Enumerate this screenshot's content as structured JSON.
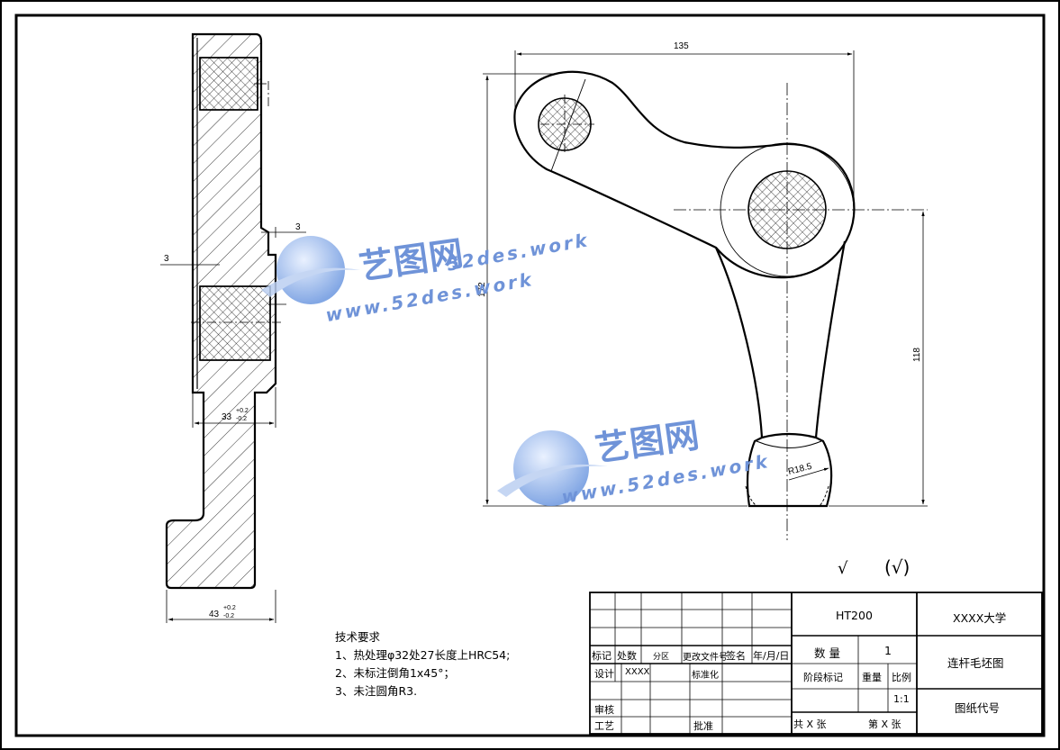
{
  "drawing": {
    "dimensions": {
      "width_135": "135",
      "height_172": "172",
      "height_118": "118",
      "thick_3_left": "3",
      "thick_3_right": "3",
      "width_33": "33",
      "width_43": "43",
      "radius": "R18.5"
    },
    "tolerances": {
      "width_33_upper": "+0.2",
      "width_33_lower": "-0.2",
      "width_43_upper": "+0.2",
      "width_43_lower": "-0.2"
    },
    "roughness": {
      "symbol": "√",
      "other_paren": "(√)"
    }
  },
  "technical_requirements": {
    "title": "技术要求",
    "items": [
      "1、热处理φ32处27长度上HRC54;",
      "2、未标注倒角1x45°；",
      "3、未注圆角R3."
    ]
  },
  "title_block": {
    "material": "HT200",
    "school": "XXXX大学",
    "part_name": "连杆毛坯图",
    "drawing_code": "图纸代号",
    "quantity_label": "数 量",
    "quantity_value": "1",
    "stage_mark": "阶段标记",
    "weight": "重量",
    "scale_label": "比例",
    "scale_value": "1:1",
    "total_sheets": "共  X  张",
    "sheet_no": "第  X  张",
    "revision_headers": {
      "mark": "标记",
      "count": "处数",
      "zone": "分区",
      "doc": "更改文件号",
      "sign": "签名",
      "date": "年/月/日"
    },
    "design_label": "设计",
    "design_value": "XXXX",
    "standardize": "标准化",
    "review": "审核",
    "process": "工艺",
    "approve": "批准"
  },
  "watermark": {
    "brand": "艺图网",
    "url_1": "52des.work",
    "url_2": "www.52des.work"
  }
}
